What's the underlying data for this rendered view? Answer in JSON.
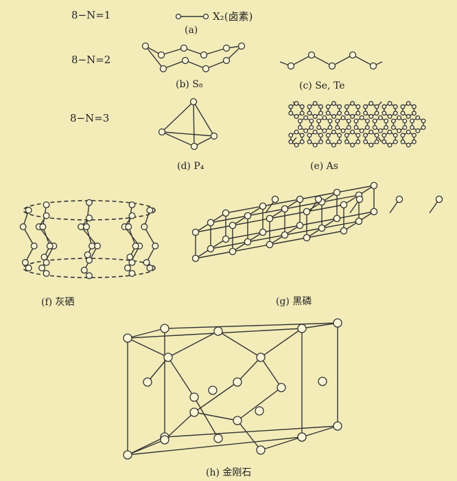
{
  "rows": {
    "n1": "8−N=1",
    "n2": "8−N=2",
    "n3": "8−N=3"
  },
  "captions": {
    "a": "(a)",
    "a_formula": "X₂(卤素)",
    "b": "(b) S₈",
    "c": "(c) Se, Te",
    "d": "(d) P₄",
    "e": "(e) As",
    "f": "(f) 灰硒",
    "g": "(g) 黑磷",
    "h": "(h) 金刚石"
  }
}
